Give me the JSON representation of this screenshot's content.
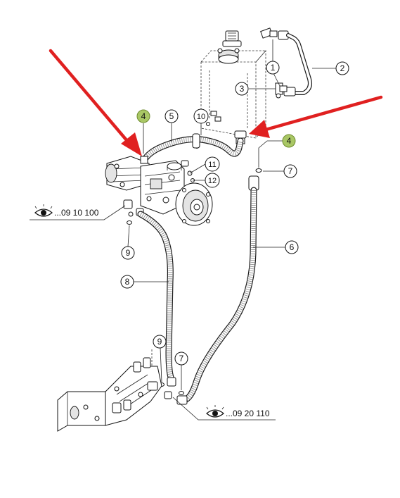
{
  "accent_colors": {
    "arrow": "#e02020",
    "highlight_fill": "#a9c765",
    "highlight_stroke": "#6f8c2e",
    "line": "#111111"
  },
  "callouts": [
    {
      "id": "c1",
      "label": "1"
    },
    {
      "id": "c2",
      "label": "2"
    },
    {
      "id": "c3",
      "label": "3"
    },
    {
      "id": "c4a",
      "label": "4",
      "highlighted": true
    },
    {
      "id": "c4b",
      "label": "4",
      "highlighted": true
    },
    {
      "id": "c5",
      "label": "5"
    },
    {
      "id": "c6",
      "label": "6"
    },
    {
      "id": "c7a",
      "label": "7"
    },
    {
      "id": "c7b",
      "label": "7"
    },
    {
      "id": "c8",
      "label": "8"
    },
    {
      "id": "c9a",
      "label": "9"
    },
    {
      "id": "c9b",
      "label": "9"
    },
    {
      "id": "c10",
      "label": "10"
    },
    {
      "id": "c11",
      "label": "11"
    },
    {
      "id": "c12",
      "label": "12"
    }
  ],
  "references": [
    {
      "id": "ref1",
      "text": "...09 10 100",
      "icon": "eye-icon"
    },
    {
      "id": "ref2",
      "text": "...09 20 110",
      "icon": "eye-icon"
    }
  ]
}
